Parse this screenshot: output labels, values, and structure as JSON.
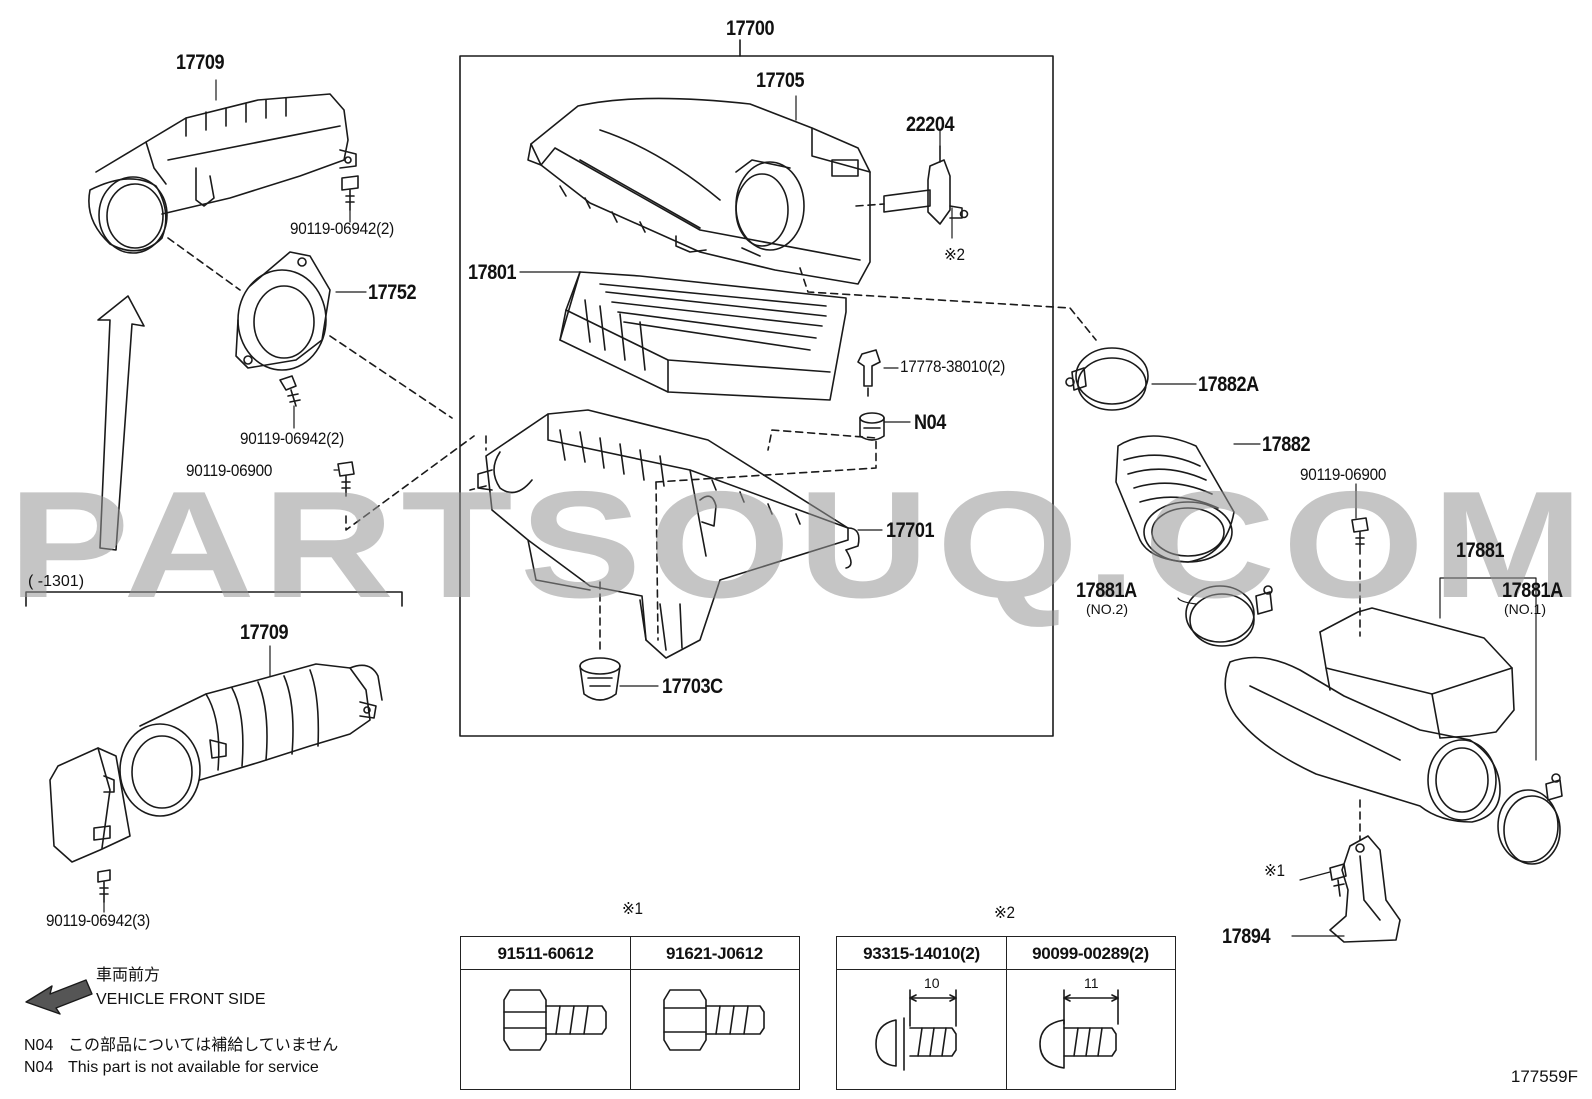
{
  "part_numbers": {
    "p17700": "17700",
    "p17705": "17705",
    "p22204": "22204",
    "p17801": "17801",
    "p17778": "17778-38010(2)",
    "pN04": "N04",
    "p17701": "17701",
    "p17703c": "17703C",
    "p17709_top": "17709",
    "p90119_06942_2a": "90119-06942(2)",
    "p17752": "17752",
    "p90119_06942_2b": "90119-06942(2)",
    "p90119_06900_l": "90119-06900",
    "p17709_bottom": "17709",
    "p90119_06942_3": "90119-06942(3)",
    "p17882a": "17882A",
    "p17882": "17882",
    "p90119_06900_r": "90119-06900",
    "p17881": "17881",
    "p17881a_l": "17881A",
    "p17881a_l_sub": "(NO.2)",
    "p17881a_r": "17881A",
    "p17881a_r_sub": "(NO.1)",
    "p17894": "17894",
    "mark1_label": "※1",
    "mark2_label": "※2"
  },
  "range_note": "(      -1301)",
  "direction": {
    "jp": "車両前方",
    "en": "VEHICLE FRONT SIDE"
  },
  "notes": [
    {
      "code": "N04",
      "text": "この部品については補給していません"
    },
    {
      "code": "N04",
      "text": "This part is not available for service"
    }
  ],
  "tables": [
    {
      "mark": "※1",
      "columns": [
        {
          "part": "91511-60612"
        },
        {
          "part": "91621-J0612"
        }
      ]
    },
    {
      "mark": "※2",
      "columns": [
        {
          "part": "93315-14010(2)",
          "dim": "10"
        },
        {
          "part": "90099-00289(2)",
          "dim": "11"
        }
      ]
    }
  ],
  "watermark": "PARTSOUQ.COM",
  "diagram_ref": "177559F"
}
